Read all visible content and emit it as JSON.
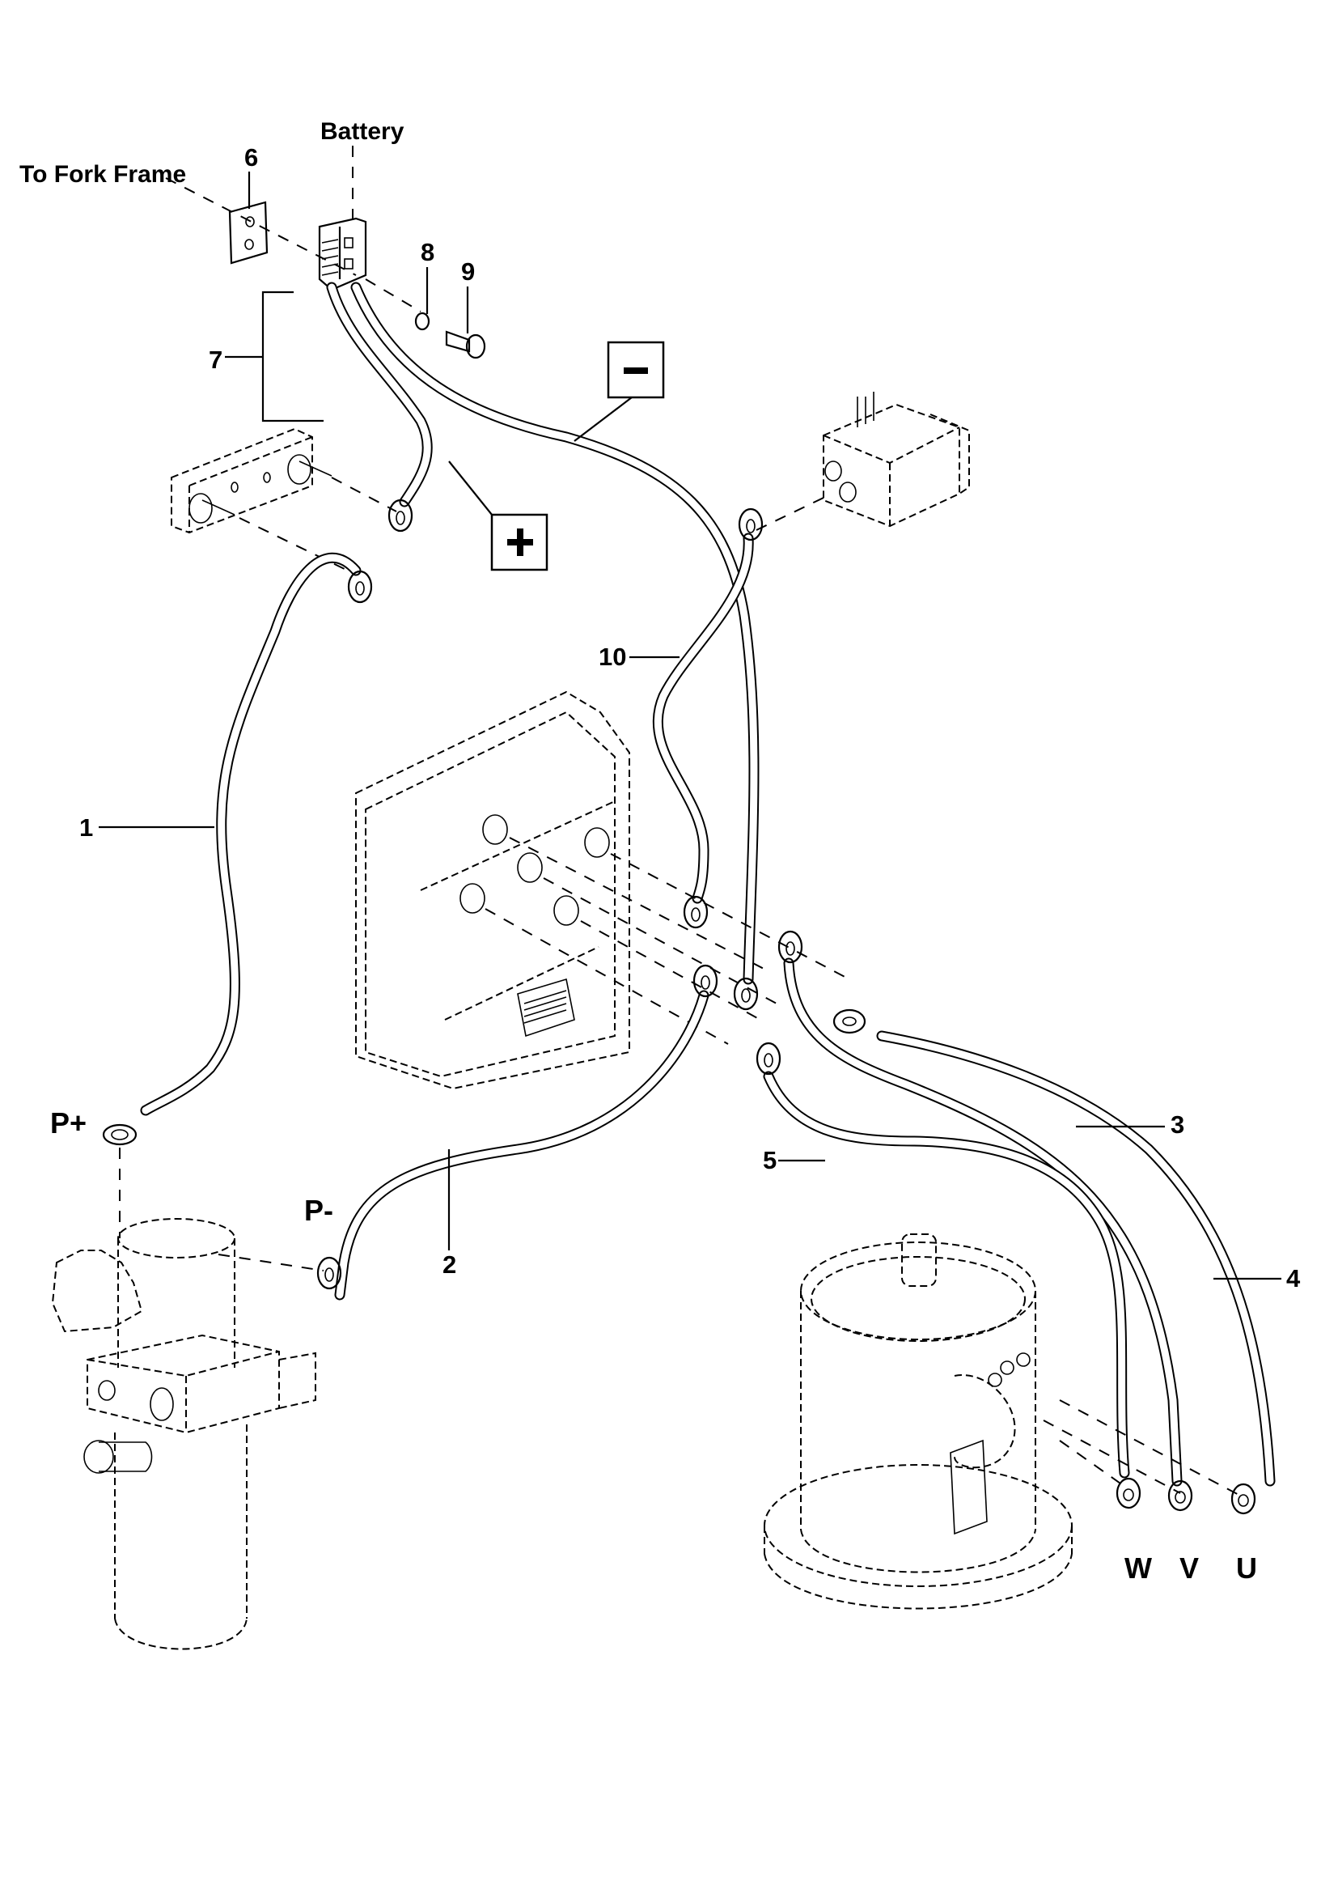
{
  "diagram": {
    "title": "Battery cable harness exploded view",
    "labels": {
      "to_fork_frame": "To Fork Frame",
      "battery": "Battery",
      "p_plus": "P+",
      "p_minus": "P-",
      "phase_w": "W",
      "phase_v": "V",
      "phase_u": "U"
    },
    "callouts": [
      {
        "id": "1",
        "text": "1",
        "part": "positive cable to pump contactor"
      },
      {
        "id": "2",
        "text": "2",
        "part": "negative cable to pump motor"
      },
      {
        "id": "3",
        "text": "3",
        "part": "motor phase cable V"
      },
      {
        "id": "4",
        "text": "4",
        "part": "motor phase cable U"
      },
      {
        "id": "5",
        "text": "5",
        "part": "motor phase cable W"
      },
      {
        "id": "6",
        "text": "6",
        "part": "mounting plate"
      },
      {
        "id": "7",
        "text": "7",
        "part": "battery connector and cable assembly"
      },
      {
        "id": "8",
        "text": "8",
        "part": "washer"
      },
      {
        "id": "9",
        "text": "9",
        "part": "screw"
      },
      {
        "id": "10",
        "text": "10",
        "part": "cable to switch"
      }
    ],
    "polarity_symbols": {
      "negative": "−",
      "positive": "+"
    },
    "components": [
      "battery-connector",
      "fuse-holder",
      "emergency-switch",
      "motor-controller",
      "pump-unit",
      "traction-motor"
    ]
  }
}
